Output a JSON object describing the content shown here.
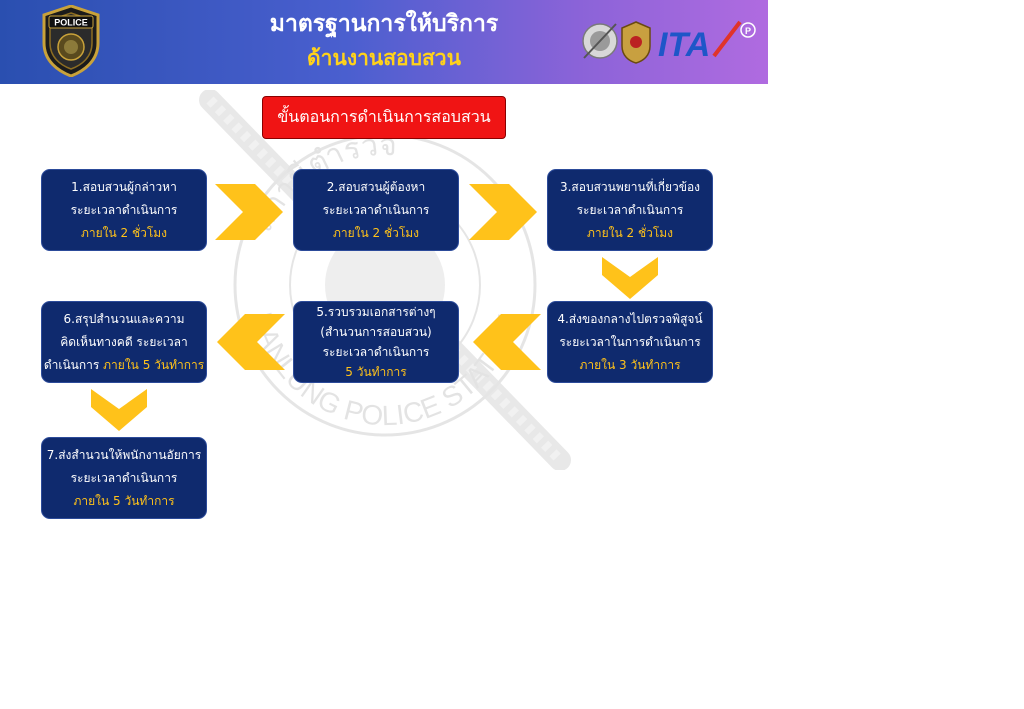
{
  "header": {
    "badge_text": "POLICE",
    "title_line1": "มาตรฐานการให้บริการ",
    "title_line2": "ด้านงานสอบสวน",
    "logo_text": "ITA"
  },
  "watermark": {
    "thai_text": "สถานีตำรวจ",
    "station_text": "BANLUNG POLICE STATION"
  },
  "section_title": "ขั้นตอนการดำเนินการสอบสวน",
  "steps": [
    {
      "title": "1.สอบสวนผู้กล่าวหา",
      "line2": "ระยะเวลาดำเนินการ",
      "duration": "ภายใน 2 ชั่วโมง"
    },
    {
      "title": "2.สอบสวนผู้ต้องหา",
      "line2": "ระยะเวลาดำเนินการ",
      "duration": "ภายใน 2 ชั่วโมง"
    },
    {
      "title": "3.สอบสวนพยานที่เกี่ยวข้อง",
      "line2": "ระยะเวลาดำเนินการ",
      "duration": "ภายใน 2 ชั่วโมง"
    },
    {
      "title": "4.ส่งของกลางไปตรวจพิสูจน์",
      "line2": "ระยะเวลาในการดำเนินการ",
      "duration": "ภายใน 3 วันทำการ"
    },
    {
      "title": "5.รวบรวมเอกสารต่างๆ",
      "line2": "(สำนวนการสอบสวน)",
      "line3": "ระยะเวลาดำเนินการ",
      "duration": "5 วันทำการ"
    },
    {
      "title": "6.สรุปสำนวนและความ",
      "line2": "คิดเห็นทางคดี ระยะเวลา",
      "line3a": "ดำเนินการ",
      "duration": "ภายใน 5 วันทำการ"
    },
    {
      "title": "7.ส่งสำนวนให้พนักงานอัยการ",
      "line2": "ระยะเวลาดำเนินการ",
      "duration": "ภายใน 5 วันทำการ"
    }
  ],
  "colors": {
    "box_fill": "#0f2a6e",
    "arrow": "#ffc21a",
    "highlight_text": "#ffc21a",
    "title_box": "#f01414"
  }
}
